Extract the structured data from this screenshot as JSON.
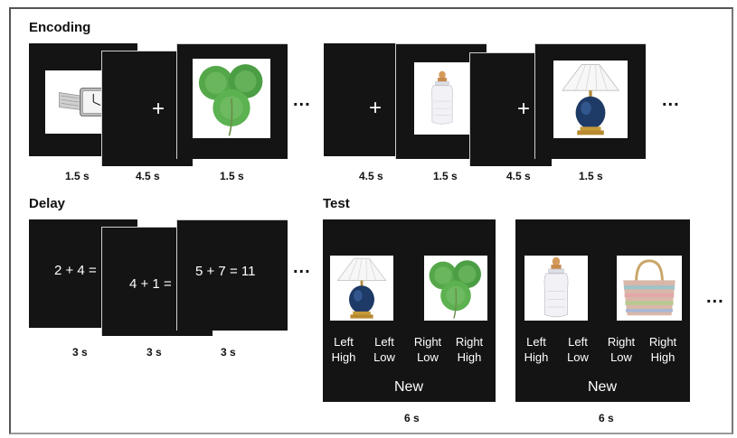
{
  "encoding": {
    "title": "Encoding",
    "cross": "+",
    "ellipsis": "...",
    "durations": [
      "1.5 s",
      "4.5 s",
      "1.5 s",
      "4.5 s",
      "1.5 s",
      "4.5 s",
      "1.5 s"
    ],
    "images": [
      "wristwatch",
      "clover-leaf",
      "baby-bottle",
      "table-lamp"
    ]
  },
  "delay": {
    "title": "Delay",
    "equations": [
      "2 + 4 =",
      "4 + 1 =",
      "5 + 7 = 11"
    ],
    "ellipsis": "...",
    "durations": [
      "3 s",
      "3 s",
      "3 s"
    ]
  },
  "test": {
    "title": "Test",
    "ellipsis": "...",
    "trials": [
      {
        "images": [
          "table-lamp",
          "clover-leaf"
        ],
        "responses": [
          {
            "line1": "Left",
            "line2": "High"
          },
          {
            "line1": "Left",
            "line2": "Low"
          },
          {
            "line1": "Right",
            "line2": "Low"
          },
          {
            "line1": "Right",
            "line2": "High"
          }
        ],
        "new_label": "New",
        "duration": "6 s"
      },
      {
        "images": [
          "baby-bottle",
          "handbag"
        ],
        "responses": [
          {
            "line1": "Left",
            "line2": "High"
          },
          {
            "line1": "Left",
            "line2": "Low"
          },
          {
            "line1": "Right",
            "line2": "Low"
          },
          {
            "line1": "Right",
            "line2": "High"
          }
        ],
        "new_label": "New",
        "duration": "6 s"
      }
    ]
  },
  "colors": {
    "panel": "#141414",
    "text_on_panel": "#ffffff",
    "leaf_green": "#4fa046"
  }
}
